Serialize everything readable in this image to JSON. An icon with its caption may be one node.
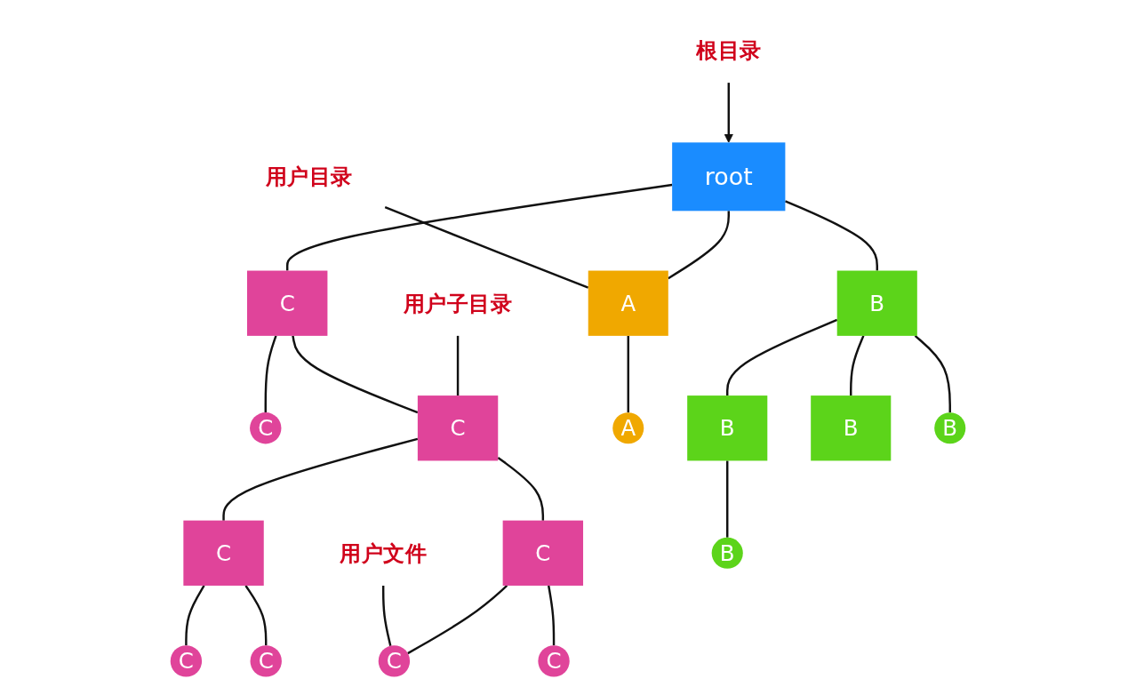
{
  "diagram": {
    "nodes": [
      {
        "text": [
          "用户目录"
        ]
      },
      {
        "text": [
          "root"
        ]
      },
      {
        "text": [
          "根目录"
        ]
      },
      {
        "text": [
          "A"
        ]
      },
      {
        "text": [
          "C"
        ]
      },
      {
        "text": [
          "B"
        ]
      },
      {
        "text": [
          "用户子目录"
        ]
      },
      {
        "text": [
          "C"
        ]
      },
      {
        "text": [
          "C"
        ]
      },
      {
        "text": [
          "A"
        ]
      },
      {
        "text": [
          "B"
        ]
      },
      {
        "text": [
          "B"
        ]
      },
      {
        "text": [
          "B"
        ]
      },
      {
        "text": [
          "C"
        ]
      },
      {
        "text": [
          "C"
        ]
      },
      {
        "text": [
          "用户文件"
        ]
      },
      {
        "text": [
          "B"
        ]
      },
      {
        "text": [
          "C"
        ]
      },
      {
        "text": [
          "C"
        ]
      },
      {
        "text": [
          "C"
        ]
      },
      {
        "text": [
          "C"
        ]
      }
    ],
    "edges": [
      {
        "from": 2,
        "to": 1,
        "arrow": "to"
      },
      {
        "from": 0,
        "to": 3,
        "arrow": "none"
      },
      {
        "from": 1,
        "to": 3,
        "arrow": "none"
      },
      {
        "from": 1,
        "to": 5,
        "arrow": "none"
      },
      {
        "from": 1,
        "to": 4,
        "arrow": "none"
      },
      {
        "from": 3,
        "to": 9,
        "arrow": "none"
      },
      {
        "from": 5,
        "to": 10,
        "arrow": "none"
      },
      {
        "from": 5,
        "to": 12,
        "arrow": "none"
      },
      {
        "from": 5,
        "to": 11,
        "arrow": "none"
      },
      {
        "from": 10,
        "to": 16,
        "arrow": "none"
      },
      {
        "from": 4,
        "to": 8,
        "arrow": "none"
      },
      {
        "from": 4,
        "to": 7,
        "arrow": "none"
      },
      {
        "from": 6,
        "to": 8,
        "arrow": "none"
      },
      {
        "from": 8,
        "to": 13,
        "arrow": "none"
      },
      {
        "from": 8,
        "to": 14,
        "arrow": "none"
      },
      {
        "from": 13,
        "to": 17,
        "arrow": "none"
      },
      {
        "from": 13,
        "to": 18,
        "arrow": "none"
      },
      {
        "from": 15,
        "to": 19,
        "arrow": "none"
      },
      {
        "from": 14,
        "to": 19,
        "arrow": "none"
      },
      {
        "from": 14,
        "to": 20,
        "arrow": "none"
      }
    ]
  }
}
